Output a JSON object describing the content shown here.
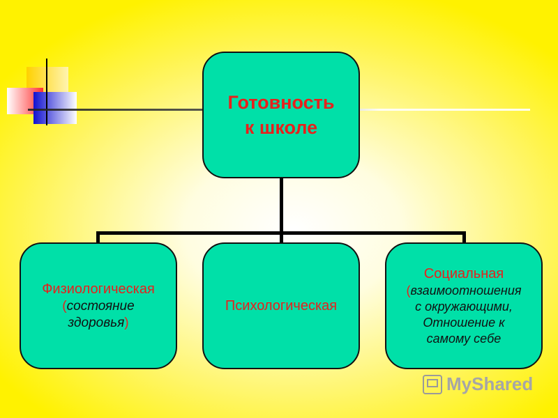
{
  "root": {
    "line1": "Готовность",
    "line2": "к школе"
  },
  "children": [
    {
      "label": "Физиологическая",
      "sub_open": "(",
      "sub_line1": "состояние",
      "sub_line2": "здоровья",
      "sub_close": ")"
    },
    {
      "label": "Психологическая"
    },
    {
      "label": "Социальная",
      "open": "(",
      "lines": [
        "взаимоотношения",
        "с окружающими,",
        "Отношение к",
        "самому себе"
      ]
    }
  ],
  "watermark": {
    "text": "MyShared"
  },
  "colors": {
    "box": "#00e0a8",
    "text_red": "#e8201c",
    "background": "#fff200"
  }
}
